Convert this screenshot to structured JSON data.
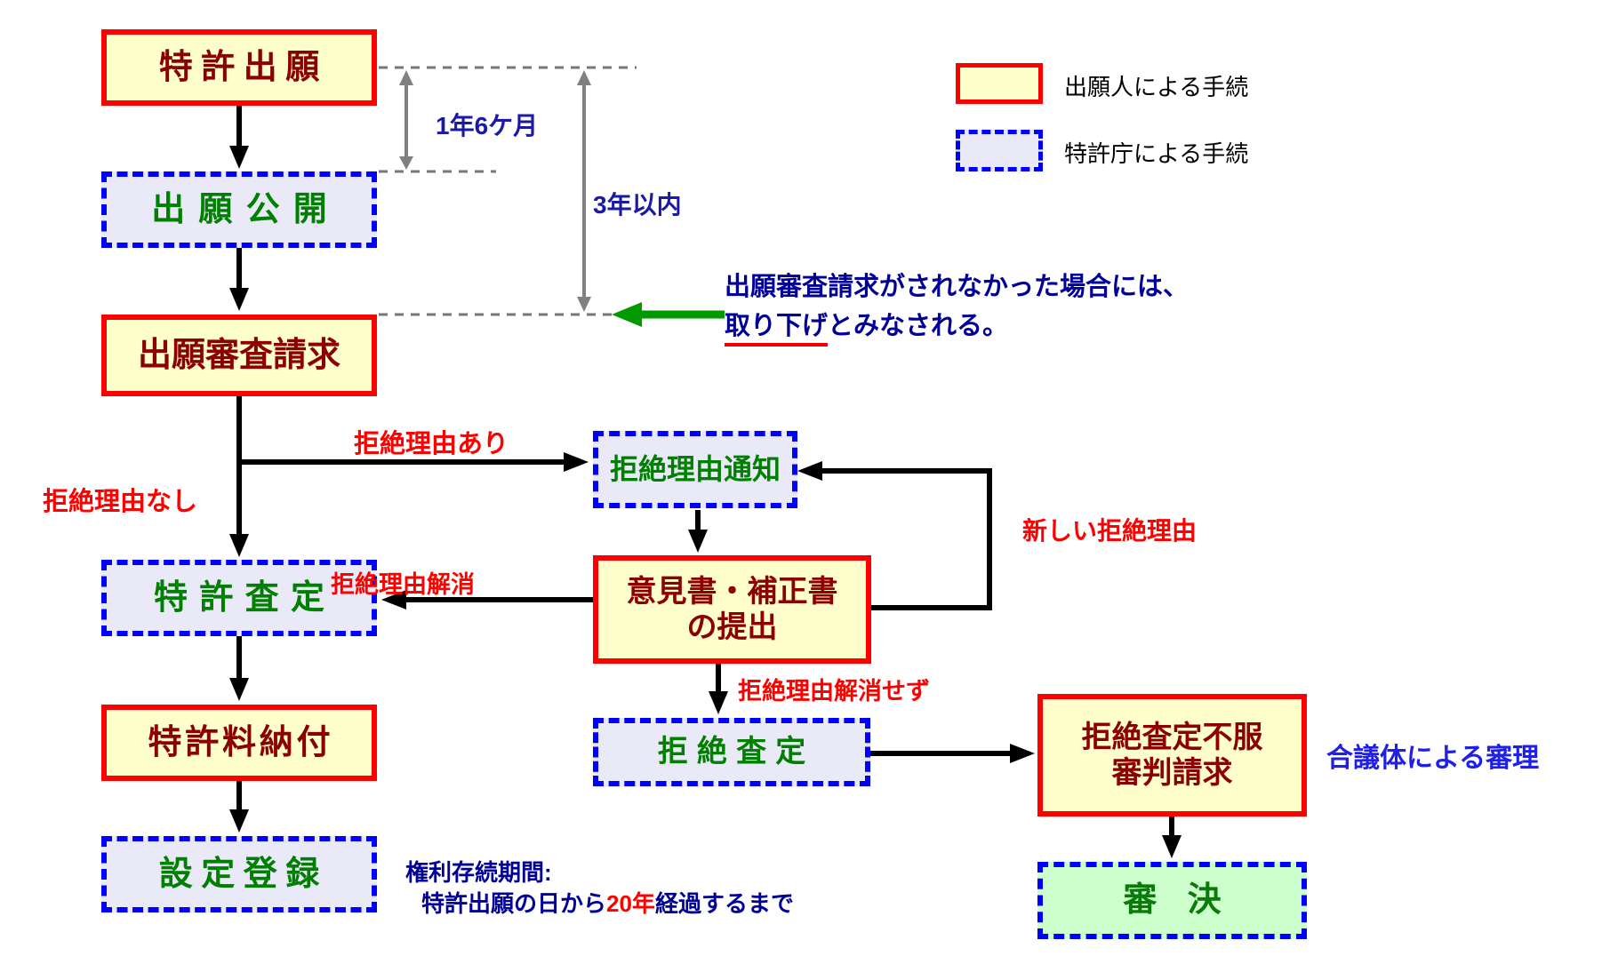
{
  "diagram": {
    "legend": {
      "applicant_label": "出願人による手続",
      "office_label": "特許庁による手続"
    },
    "nodes": {
      "patent_application": "特許出願",
      "publication": "出願公開",
      "examination_request": "出願審査請求",
      "refusal_notice": "拒絶理由通知",
      "patent_grant_decision": "特許査定",
      "opinion_amendment_line1": "意見書・補正書",
      "opinion_amendment_line2": "の提出",
      "fee_payment": "特許料納付",
      "refusal_decision": "拒絶査定",
      "registration": "設定登録",
      "appeal_request_line1": "拒絶査定不服",
      "appeal_request_line2": "審判請求",
      "appeal_decision": "審決"
    },
    "timeline": {
      "one_year_six_months": "1年6ケ月",
      "within_three_years": "3年以内"
    },
    "edge_labels": {
      "reason_exists": "拒絶理由あり",
      "reason_none": "拒絶理由なし",
      "new_reason": "新しい拒絶理由",
      "reason_resolved": "拒絶理由解消",
      "reason_not_resolved": "拒絶理由解消せず"
    },
    "annotations": {
      "no_request_line1": "出願審査請求がされなかった場合には、",
      "no_request_underlined": "取り下げ",
      "no_request_line2_rest": "とみなされる。",
      "panel_review": "合議体による審理",
      "duration_heading": "権利存続期間:",
      "duration_before": "特許出願の日から",
      "duration_highlight": "20年",
      "duration_after": "経過するまで"
    }
  },
  "colors": {
    "applicant_box_bg": "#FFFFCC",
    "applicant_box_border": "#FF0000",
    "applicant_box_text": "#8B0000",
    "office_box_bg": "#E9E9F8",
    "office_box_border": "#0000FF",
    "office_box_text": "#008000",
    "appeal_decision_bg": "#CCFFCC",
    "appeal_decision_text": "#0A7A0A",
    "red_label": "#FF0000",
    "dim_label_blue": "#1A1AA6",
    "annotation_navy": "#000099",
    "panel_review_blue": "#1F1FE8",
    "green_arrow": "#009900",
    "connector_black": "#000000",
    "dim_gray": "#808080"
  }
}
